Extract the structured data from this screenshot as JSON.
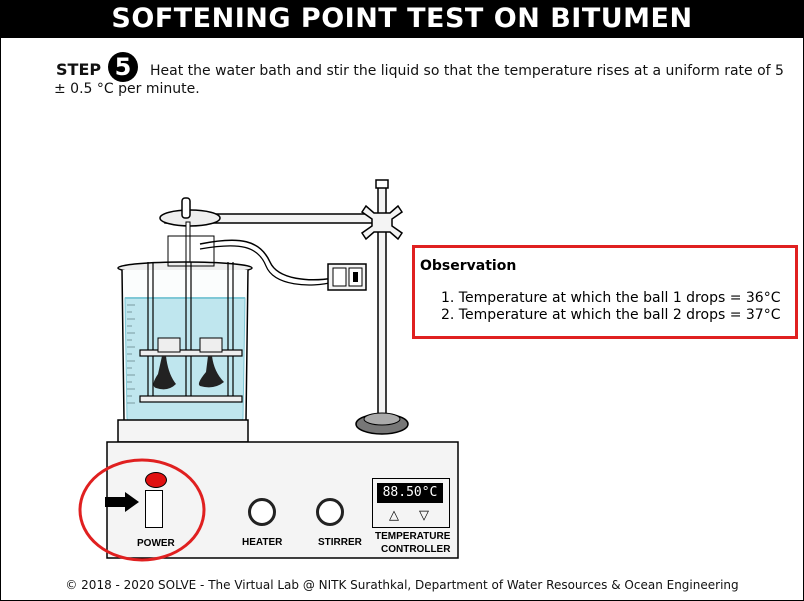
{
  "title": "SOFTENING POINT TEST ON BITUMEN",
  "step": {
    "label": "STEP",
    "number": "5",
    "text_line1": "Heat the water bath and stir the liquid so that the temperature rises at a uniform rate of 5",
    "text_line2": "± 0.5 °C per minute."
  },
  "observation": {
    "title": "Observation",
    "items": [
      "1. Temperature at which the ball 1 drops = 36°C",
      "2. Temperature at which the ball 2 drops = 37°C"
    ]
  },
  "apparatus": {
    "display": "88.50°C",
    "up_arrow": "△",
    "down_arrow": "▽",
    "power_label": "POWER",
    "heater_label": "HEATER",
    "stirrer_label": "STIRRER",
    "controller_label_1": "TEMPERATURE",
    "controller_label_2": "CONTROLLER"
  },
  "colors": {
    "highlight": "#e02020",
    "water": "#bfe6ee",
    "power_light": "#e01010"
  },
  "footer": "© 2018 - 2020 SOLVE - The Virtual Lab @ NITK Surathkal, Department of Water Resources & Ocean Engineering"
}
